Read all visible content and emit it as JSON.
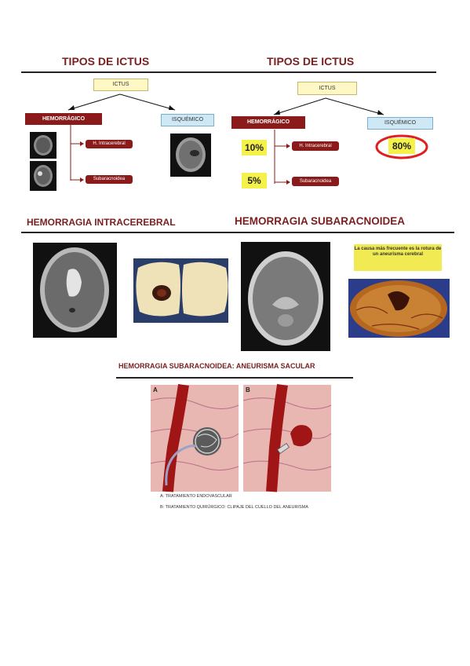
{
  "slide1": {
    "title": "TIPOS DE ICTUS",
    "root": "ICTUS",
    "hemorragico": "HEMORRÁGICO",
    "isquemico": "ISQUÉMICO",
    "intracerebral": "H. Intracerebral",
    "subaracnoidea": "Subaracnoidea"
  },
  "slide2": {
    "title": "TIPOS DE ICTUS",
    "root": "ICTUS",
    "hemorragico": "HEMORRÁGICO",
    "isquemico": "ISQUÉMICO",
    "intracerebral": "H. Intracerebral",
    "subaracnoidea": "Subaracnoidea",
    "pct_intracerebral": "10%",
    "pct_subaracnoidea": "5%",
    "pct_isquemico": "80%"
  },
  "slide3": {
    "title": "HEMORRAGIA INTRACEREBRAL"
  },
  "slide4": {
    "title": "HEMORRAGIA SUBARACNOIDEA",
    "note": "La causa más frecuente es la rotura de un aneurisma cerebral"
  },
  "slide5": {
    "title": "HEMORRAGIA SUBARACNOIDEA: ANEURISMA SACULAR",
    "panel_a": "A",
    "panel_b": "B",
    "caption_a": "A: TRATAMIENTO ENDOVASCULAR",
    "caption_b": "B: TRATAMIENTO QUIRÚRGICO: CLIPAJE DEL CUELLO DEL ANEURISMA"
  },
  "colors": {
    "title": "#7a1f1f",
    "hemorragico": "#8b1a1a",
    "ictus_box": "#fff8c4",
    "isquemico_box": "#cfe8f6",
    "percent": "#f4f24a",
    "highlight_ring": "#e02020"
  }
}
